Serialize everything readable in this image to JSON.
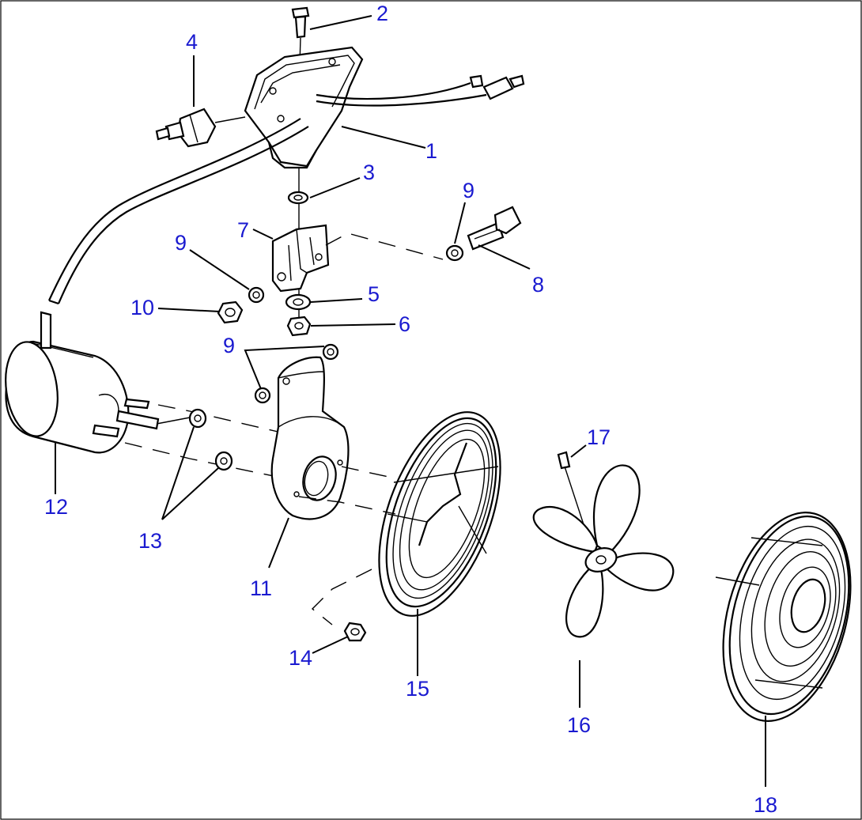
{
  "diagram": {
    "kind": "exploded parts view",
    "callouts": [
      {
        "id": "c1",
        "text": "1",
        "icon": "switch-box-housing"
      },
      {
        "id": "c2",
        "text": "2",
        "icon": "screw"
      },
      {
        "id": "c3",
        "text": "3",
        "icon": "washer"
      },
      {
        "id": "c4",
        "text": "4",
        "icon": "toggle-switch"
      },
      {
        "id": "c5",
        "text": "5",
        "icon": "washer"
      },
      {
        "id": "c6",
        "text": "6",
        "icon": "nut"
      },
      {
        "id": "c7",
        "text": "7",
        "icon": "bracket"
      },
      {
        "id": "c8",
        "text": "8",
        "icon": "bolt"
      },
      {
        "id": "c9a",
        "text": "9",
        "icon": "lock-washer"
      },
      {
        "id": "c9b",
        "text": "9",
        "icon": "lock-washer"
      },
      {
        "id": "c9c",
        "text": "9",
        "icon": "lock-washer"
      },
      {
        "id": "c10",
        "text": "10",
        "icon": "nut"
      },
      {
        "id": "c11",
        "text": "11",
        "icon": "motor-mount-arm"
      },
      {
        "id": "c12",
        "text": "12",
        "icon": "fan-motor"
      },
      {
        "id": "c13",
        "text": "13",
        "icon": "lock-washer"
      },
      {
        "id": "c14",
        "text": "14",
        "icon": "nut"
      },
      {
        "id": "c15",
        "text": "15",
        "icon": "rear-fan-guard"
      },
      {
        "id": "c16",
        "text": "16",
        "icon": "fan-blade"
      },
      {
        "id": "c17",
        "text": "17",
        "icon": "set-screw"
      },
      {
        "id": "c18",
        "text": "18",
        "icon": "front-fan-guard"
      }
    ]
  }
}
